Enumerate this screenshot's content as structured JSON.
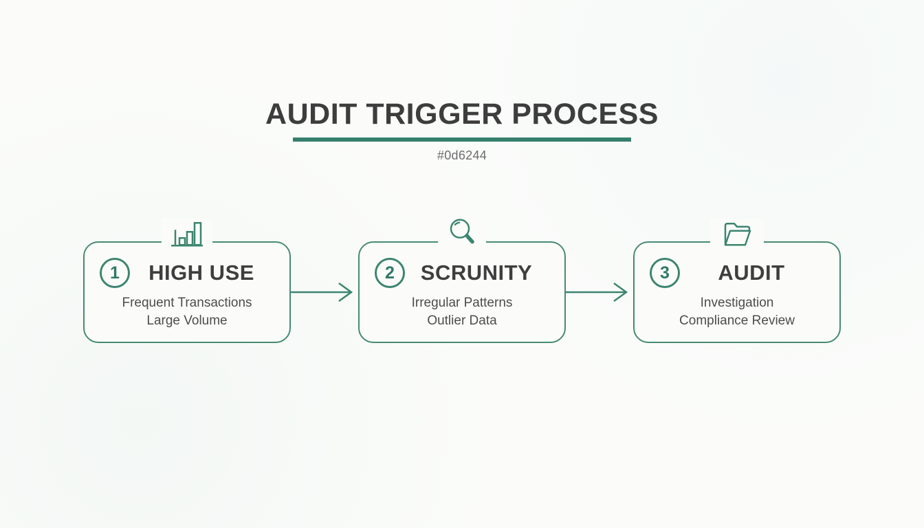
{
  "theme": {
    "accent": "#3c8570",
    "border": "#478a74",
    "underline": "#35806c",
    "title_color": "#3d3d3d",
    "heading_color": "#3e3e3e",
    "body_text_color": "#4c4c4c",
    "subtitle_color": "#6c6c6c",
    "background": "#fbfcfa"
  },
  "header": {
    "title": "AUDIT TRIGGER PROCESS",
    "subtitle": "#0d6244"
  },
  "steps": [
    {
      "number": "1",
      "icon": "bar-chart-icon",
      "heading": "HIGH USE",
      "lines": [
        "Frequent Transactions",
        "Large Volume"
      ]
    },
    {
      "number": "2",
      "icon": "magnifier-icon",
      "heading": "SCRUNITY",
      "lines": [
        "Irregular Patterns",
        "Outlier Data"
      ]
    },
    {
      "number": "3",
      "icon": "folder-icon",
      "heading": "AUDIT",
      "lines": [
        "Investigation",
        "Compliance Review"
      ]
    }
  ],
  "connectors": [
    {
      "type": "arrow-right"
    },
    {
      "type": "arrow-right"
    }
  ]
}
